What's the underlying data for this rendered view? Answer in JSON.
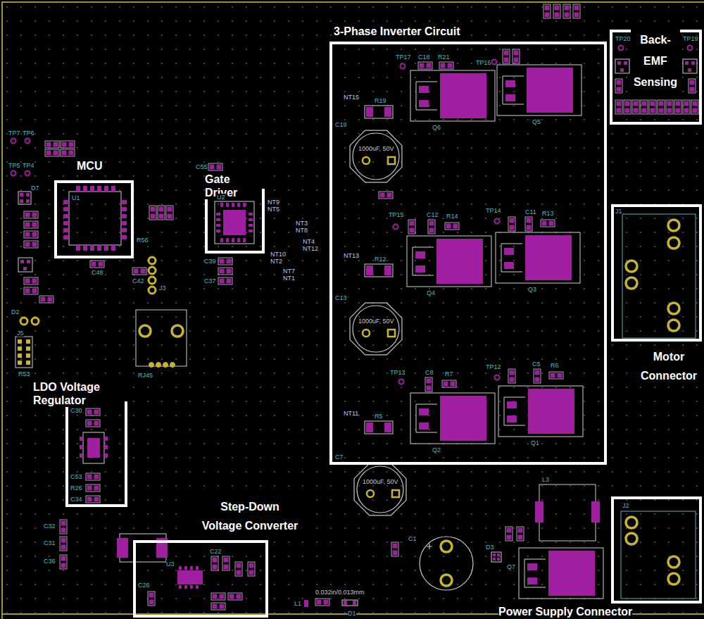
{
  "diagram": {
    "nodes": [
      {
        "text": [
          "3-Phase Inverter Circuit"
        ]
      },
      {
        "text": [
          "Back- EMF Sensing"
        ]
      },
      {
        "text": [
          "MCU"
        ]
      },
      {
        "text": [
          "Gate Driver"
        ]
      },
      {
        "text": [
          "Motor Connector"
        ]
      },
      {
        "text": [
          "LDO Voltage Regulator"
        ]
      },
      {
        "text": [
          "Step-Down Voltage Converter"
        ]
      },
      {
        "text": [
          "Power Supply Connector"
        ]
      }
    ],
    "labels": [
      "1000uF, 50V",
      "C19",
      "NT15",
      "R19",
      "TP17",
      "C18",
      "R21",
      "TP16",
      "Q6",
      "Q5",
      "1000uF, 50V",
      "C13",
      "NT13",
      "R12",
      "TP15",
      "C12",
      "R14",
      "TP14",
      "C11",
      "R13",
      "Q4",
      "Q3",
      "C7",
      "1000uF, 50V",
      "NT11",
      "R5",
      "TP13",
      "C8",
      "R7",
      "TP12",
      "C5",
      "R6",
      "Q2",
      "Q1",
      "C1",
      "L3",
      "D3",
      "Q7",
      "J2",
      "J1",
      "TP20",
      "TP19",
      "U1",
      "U2",
      "U3",
      "RJ45",
      "J3",
      "J5",
      "D7",
      "D2",
      "R53",
      "C30",
      "C53",
      "R26",
      "C34",
      "C32",
      "C31",
      "C36",
      "0.032in/0.013mm",
      "L1",
      "D1",
      "C26",
      "C22",
      "NT9",
      "NT5",
      "NT3",
      "NT8",
      "NT4",
      "NT12",
      "NT10",
      "NT2",
      "NT7",
      "NT1",
      "C55",
      "C39",
      "C37",
      "C42",
      "C48",
      "R56",
      "TP7",
      "TP6",
      "TP5",
      "TP4"
    ]
  }
}
